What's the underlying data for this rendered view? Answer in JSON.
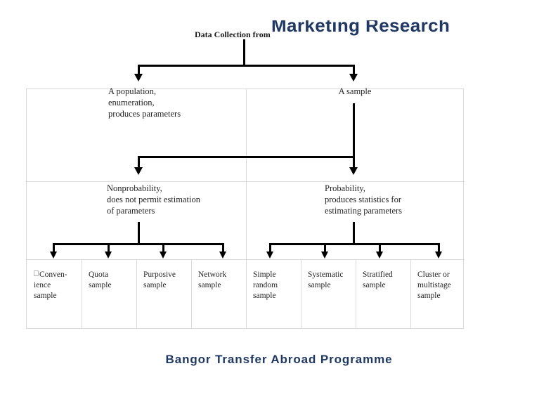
{
  "slide": {
    "title": "Marketing Research",
    "footer": "Bangor Transfer Abroad Programme",
    "accent_color": "#1F3864",
    "connector_color": "#000000",
    "border_color": "#d9d9d9",
    "background_color": "#ffffff"
  },
  "diagram": {
    "caption": "Data Collection from",
    "row1": {
      "left": {
        "lines": [
          "A population,",
          "enumeration,",
          "produces parameters"
        ]
      },
      "right": {
        "lines": [
          "A sample"
        ]
      }
    },
    "row2": {
      "left": {
        "lines": [
          "Nonprobability,",
          "does not permit estimation",
          "of parameters"
        ]
      },
      "right": {
        "lines": [
          "Probability,",
          "produces statistics for",
          "estimating parameters"
        ]
      }
    },
    "row3": {
      "nonprobability_methods": [
        {
          "lines": [
            "Conven-",
            "ience",
            "sample"
          ],
          "leading_glyph": "missing-glyph-box"
        },
        {
          "lines": [
            "Quota",
            "sample"
          ]
        },
        {
          "lines": [
            "Purposive",
            "sample"
          ]
        },
        {
          "lines": [
            "Network",
            "sample"
          ]
        }
      ],
      "probability_methods": [
        {
          "lines": [
            "Simple",
            "random",
            "sample"
          ]
        },
        {
          "lines": [
            "Systematic",
            "sample"
          ]
        },
        {
          "lines": [
            "Stratified",
            "sample"
          ]
        },
        {
          "lines": [
            "Cluster or",
            "multistage",
            "sample"
          ]
        }
      ]
    }
  }
}
